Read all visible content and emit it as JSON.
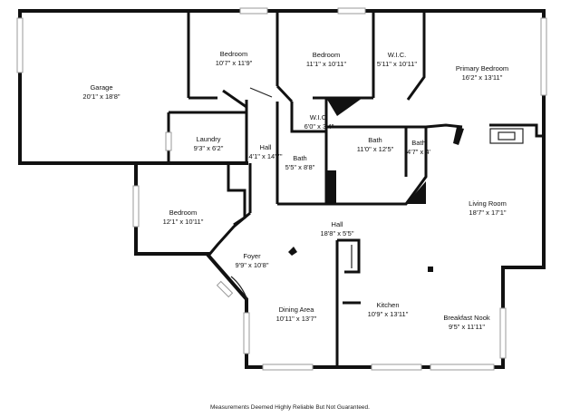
{
  "rooms": [
    {
      "key": "garage",
      "name": "Garage",
      "dims": "20'1\" x 18'8\""
    },
    {
      "key": "bedroom1",
      "name": "Bedroom",
      "dims": "10'7\" x 11'9\""
    },
    {
      "key": "bedroom2",
      "name": "Bedroom",
      "dims": "11'1\" x 10'11\""
    },
    {
      "key": "wic1",
      "name": "W.I.C.",
      "dims": "5'11\" x 10'11\""
    },
    {
      "key": "primary",
      "name": "Primary Bedroom",
      "dims": "16'2\" x 13'11\""
    },
    {
      "key": "laundry",
      "name": "Laundry",
      "dims": "9'3\" x 6'2\""
    },
    {
      "key": "hall1",
      "name": "Hall",
      "dims": "4'1\" x 14'7\""
    },
    {
      "key": "wic2",
      "name": "W.I.C.",
      "dims": "6'0\" x 3'4\""
    },
    {
      "key": "bath1",
      "name": "Bath",
      "dims": "5'5\" x 8'8\""
    },
    {
      "key": "bath2",
      "name": "Bath",
      "dims": "11'0\" x 12'5\""
    },
    {
      "key": "bath3",
      "name": "Bath",
      "dims": "4'7\" x 4'"
    },
    {
      "key": "living",
      "name": "Living Room",
      "dims": "18'7\" x 17'1\""
    },
    {
      "key": "bedroom3",
      "name": "Bedroom",
      "dims": "12'1\" x 10'11\""
    },
    {
      "key": "hall2",
      "name": "Hall",
      "dims": "18'8\" x 5'5\""
    },
    {
      "key": "foyer",
      "name": "Foyer",
      "dims": "9'9\" x 10'8\""
    },
    {
      "key": "dining",
      "name": "Dining Area",
      "dims": "10'11\" x 13'7\""
    },
    {
      "key": "kitchen",
      "name": "Kitchen",
      "dims": "10'9\" x 13'11\""
    },
    {
      "key": "nook",
      "name": "Breakfast Nook",
      "dims": "9'5\" x 11'11\""
    }
  ],
  "footer": "Measurements Deemed Highly Reliable But Not Guaranteed."
}
